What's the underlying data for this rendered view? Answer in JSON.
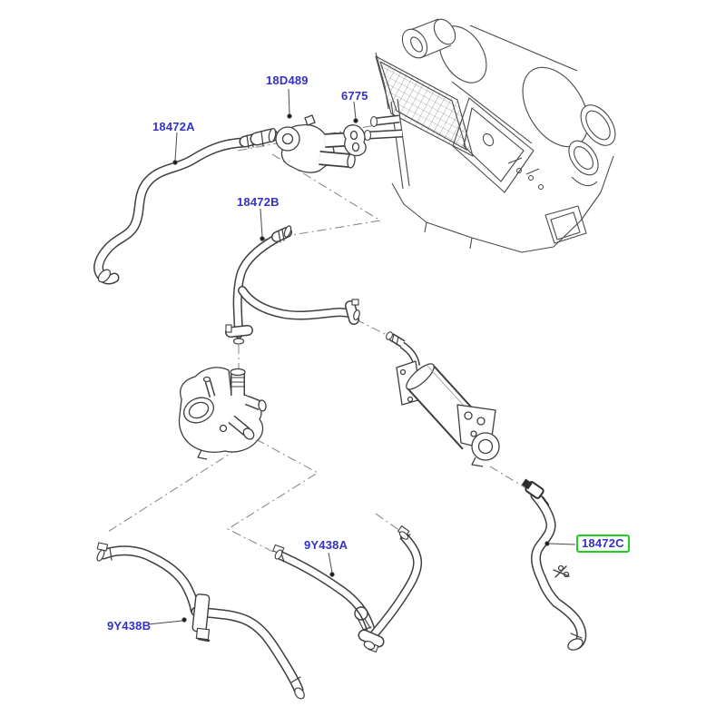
{
  "diagram": {
    "type": "parts-diagram",
    "description": "Heater hose exploded parts illustration",
    "colors": {
      "label_text": "#3232c8",
      "highlight_box": "#1fd11f",
      "line_art": "#3f3f3f",
      "dash_lines": "#8c8c8c",
      "background": "#ffffff"
    },
    "labels": [
      {
        "text": "18472A",
        "highlighted": false
      },
      {
        "text": "18D489",
        "highlighted": false
      },
      {
        "text": "6775",
        "highlighted": false
      },
      {
        "text": "18472B",
        "highlighted": false
      },
      {
        "text": "9Y438A",
        "highlighted": false
      },
      {
        "text": "9Y438B",
        "highlighted": false
      },
      {
        "text": "18472C",
        "highlighted": true
      }
    ]
  }
}
